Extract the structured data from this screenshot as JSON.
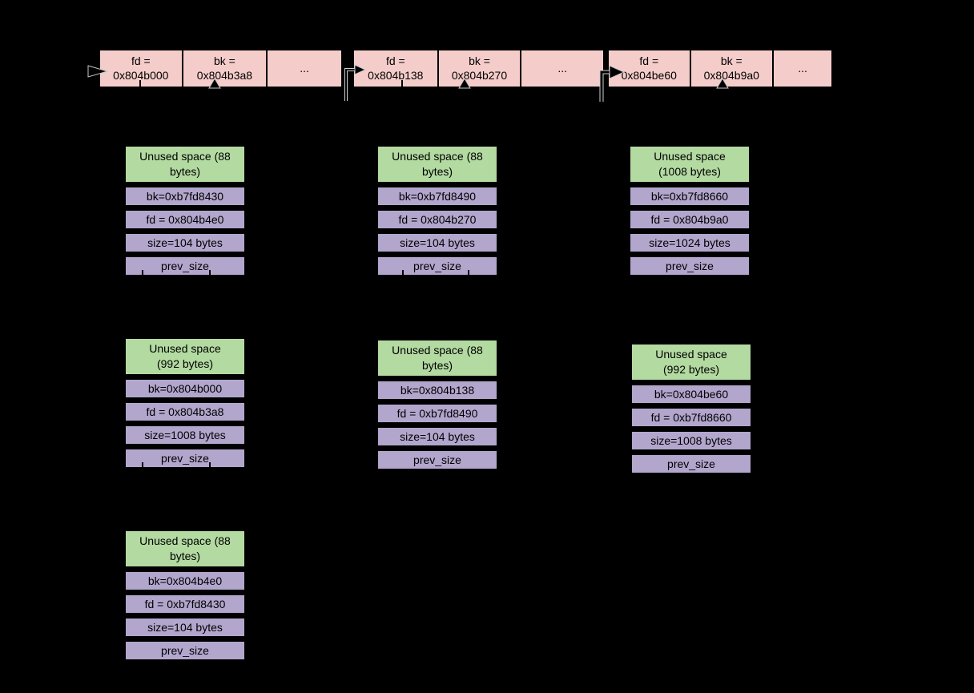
{
  "diagram": "heap-free-list-bins",
  "colors": {
    "background": "#000000",
    "bin_fill": "#f4cdca",
    "unused_fill": "#b3daa1",
    "field_fill": "#b2a6cd",
    "border": "#000000",
    "arrow_halo": "#d0d0d0"
  },
  "bin_row": {
    "cells": [
      {
        "line1": "fd =",
        "line2": "0x804b000"
      },
      {
        "line1": "bk =",
        "line2": "0x804b3a8"
      },
      {
        "dots": "..."
      },
      {
        "line1": "fd =",
        "line2": "0x804b138"
      },
      {
        "line1": "bk =",
        "line2": "0x804b270"
      },
      {
        "dots": "..."
      },
      {
        "line1": "fd =",
        "line2": "0x804be60"
      },
      {
        "line1": "bk =",
        "line2": "0x804b9a0"
      },
      {
        "dots": "..."
      }
    ]
  },
  "chunks": [
    {
      "header_line1": "Unused space (88",
      "header_line2": "bytes)",
      "fields": [
        "bk=0xb7fd8430",
        "fd = 0x804b4e0",
        "size=104 bytes",
        "prev_size"
      ]
    },
    {
      "header_line1": "Unused space (88",
      "header_line2": "bytes)",
      "fields": [
        "bk=0xb7fd8490",
        "fd = 0x804b270",
        "size=104 bytes",
        "prev_size"
      ]
    },
    {
      "header_line1": "Unused space",
      "header_line2": "(1008 bytes)",
      "fields": [
        "bk=0xb7fd8660",
        "fd = 0x804b9a0",
        "size=1024 bytes",
        "prev_size"
      ]
    },
    {
      "header_line1": "Unused space",
      "header_line2": "(992 bytes)",
      "fields": [
        "bk=0x804b000",
        "fd = 0x804b3a8",
        "size=1008 bytes",
        "prev_size"
      ]
    },
    {
      "header_line1": "Unused space (88",
      "header_line2": "bytes)",
      "fields": [
        "bk=0x804b138",
        "fd = 0xb7fd8490",
        "size=104 bytes",
        "prev_size"
      ]
    },
    {
      "header_line1": "Unused space",
      "header_line2": "(992 bytes)",
      "fields": [
        "bk=0x804be60",
        "fd = 0xb7fd8660",
        "size=1008 bytes",
        "prev_size"
      ]
    },
    {
      "header_line1": "Unused space (88",
      "header_line2": "bytes)",
      "fields": [
        "bk=0x804b4e0",
        "fd = 0xb7fd8430",
        "size=104 bytes",
        "prev_size"
      ]
    }
  ]
}
